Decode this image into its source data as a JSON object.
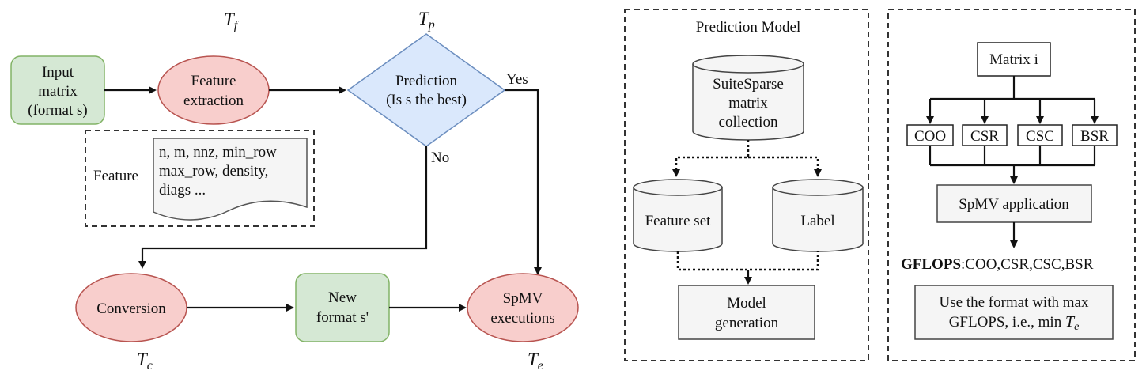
{
  "flow": {
    "input": [
      "Input",
      "matrix",
      "(format s)"
    ],
    "feature_extraction": [
      "Feature",
      "extraction"
    ],
    "prediction": [
      "Prediction",
      "(Is s the best)"
    ],
    "yes_label": "Yes",
    "no_label": "No",
    "feature_label": "Feature",
    "feature_list": [
      "n, m, nnz, min_row",
      "max_row, density,",
      "diags ..."
    ],
    "conversion": "Conversion",
    "new_format": [
      "New",
      "format s'"
    ],
    "spmv": [
      "SpMV",
      "executions"
    ],
    "time_symbols": {
      "tf": {
        "base": "T",
        "sub": "f"
      },
      "tp": {
        "base": "T",
        "sub": "p"
      },
      "tc": {
        "base": "T",
        "sub": "c"
      },
      "te": {
        "base": "T",
        "sub": "e"
      }
    }
  },
  "prediction_model": {
    "title": "Prediction Model",
    "collection": [
      "SuiteSparse",
      "matrix",
      "collection"
    ],
    "feature_set": "Feature set",
    "label": "Label",
    "model_generation": [
      "Model",
      "generation"
    ]
  },
  "format_selection": {
    "matrix": "Matrix i",
    "formats": [
      "COO",
      "CSR",
      "CSC",
      "BSR"
    ],
    "application": "SpMV application",
    "gflops_bold": "GFLOPS",
    "gflops_rest": ":COO,CSR,CSC,BSR",
    "use_format": [
      "Use the format with max",
      "GFLOPS, i.e., min "
    ],
    "te": {
      "base": "T",
      "sub": "e"
    }
  },
  "colors": {
    "green_fill": "#d5e8d4",
    "green_stroke": "#82b366",
    "red_fill": "#f8cecc",
    "red_stroke": "#b85450",
    "blue_fill": "#dae8fc",
    "blue_stroke": "#6c8ebf",
    "gray_fill": "#f5f5f5",
    "stroke": "#222222"
  }
}
